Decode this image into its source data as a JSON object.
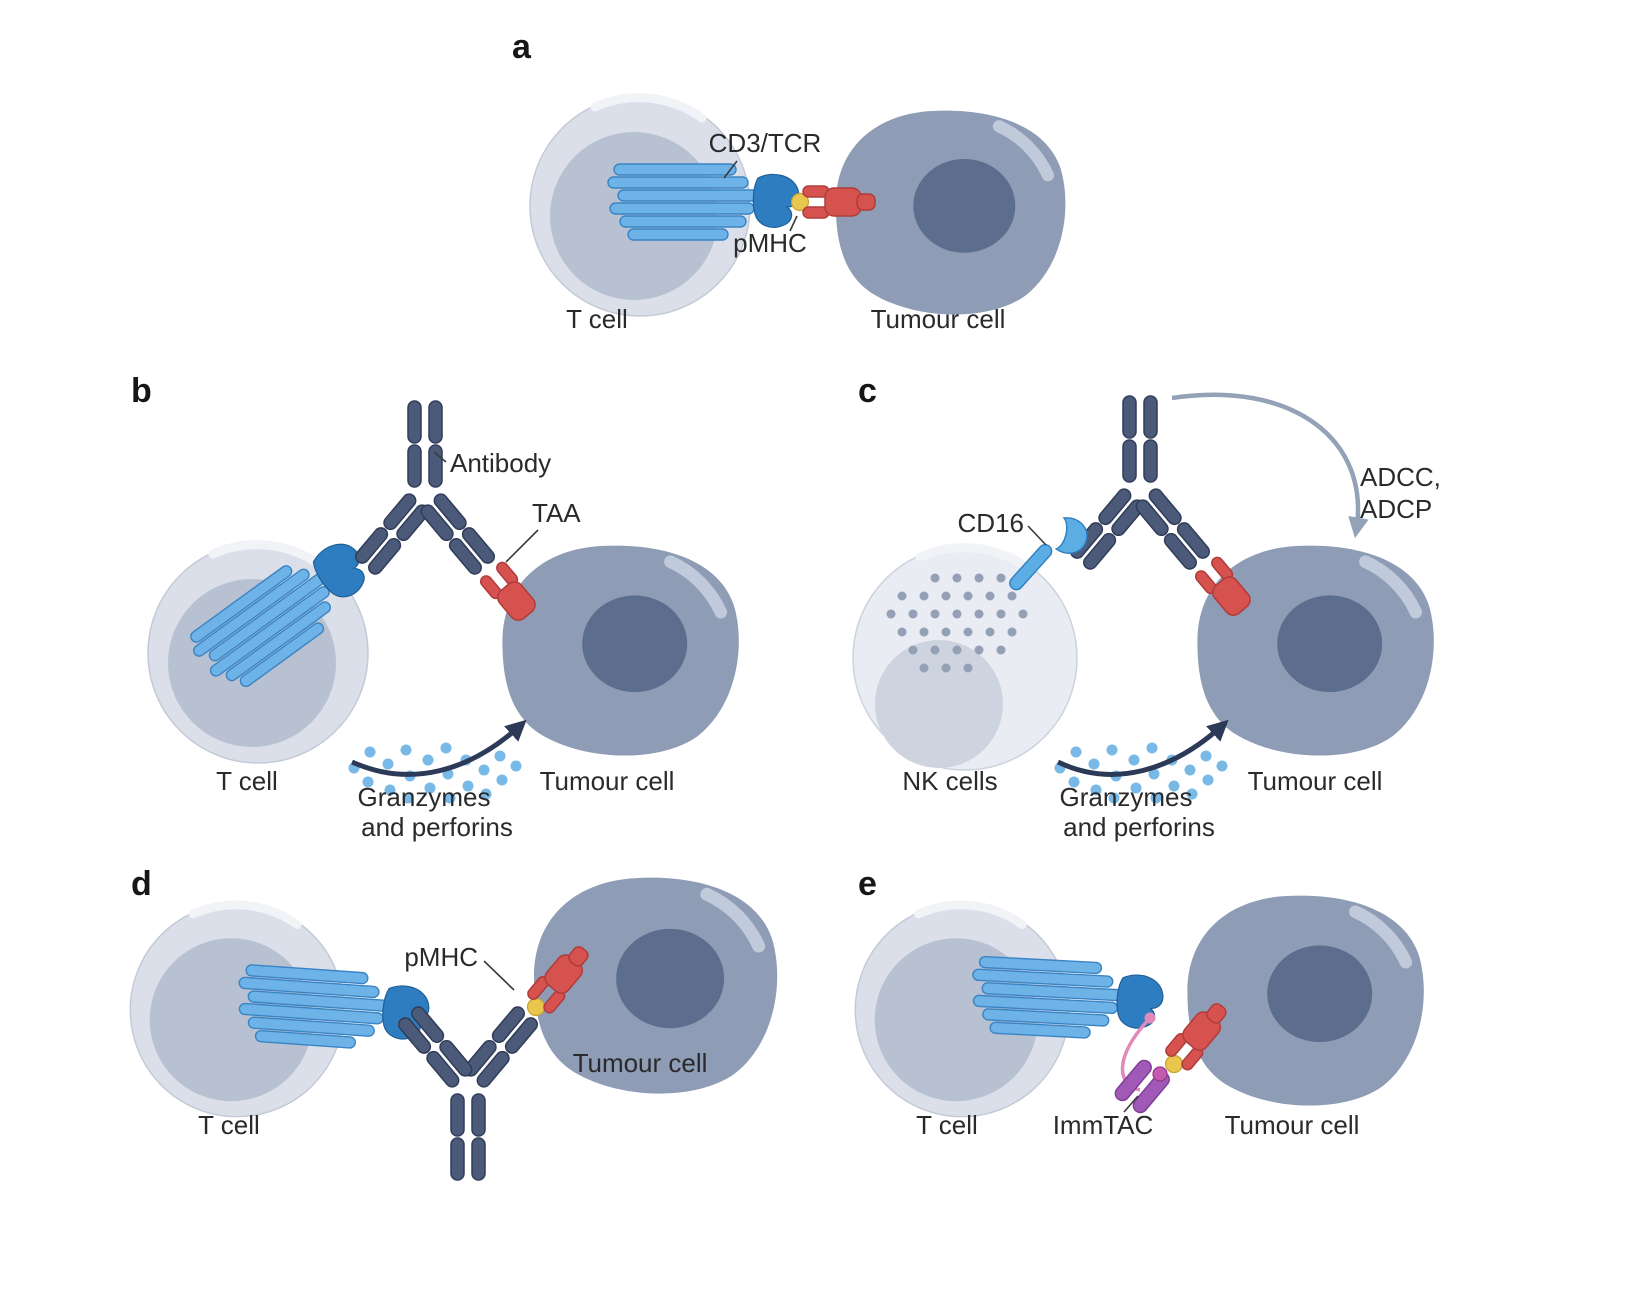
{
  "figure": {
    "panels": {
      "a": {
        "letter": "a",
        "cd3tcr_label": "CD3/TCR",
        "pmhc_label": "pMHC",
        "tcell_label": "T cell",
        "tumour_label": "Tumour cell"
      },
      "b": {
        "letter": "b",
        "antibody_label": "Antibody",
        "taa_label": "TAA",
        "tcell_label": "T cell",
        "granzymes_line1": "Granzymes",
        "granzymes_line2": "and perforins",
        "tumour_label": "Tumour cell"
      },
      "c": {
        "letter": "c",
        "adcc_line1": "ADCC,",
        "adcc_line2": "ADCP",
        "cd16_label": "CD16",
        "nk_label": "NK cells",
        "granzymes_line1": "Granzymes",
        "granzymes_line2": "and perforins",
        "tumour_label": "Tumour cell"
      },
      "d": {
        "letter": "d",
        "pmhc_label": "pMHC",
        "tcell_label": "T cell",
        "tumour_label": "Tumour cell"
      },
      "e": {
        "letter": "e",
        "immtac_label": "ImmTAC",
        "tcell_label": "T cell",
        "tumour_label": "Tumour cell"
      }
    },
    "colors": {
      "tcell_outer": "#dbdfe9",
      "tcell_inner": "#b8c1d1",
      "cell_highlight": "#f1f3f7",
      "tumour_body": "#8e9cb6",
      "tumour_nucleus": "#5d6d8e",
      "tumour_highlight": "#c6cfdf",
      "nk_body": "#e9ecf2",
      "nk_inner": "#cdd4e0",
      "nk_granule": "#93a0b6",
      "tcr_rod": "#6db3e7",
      "tcr_rod_stroke": "#3a84c4",
      "tcr_head": "#2e7dc1",
      "antibody_fill": "#4c5a7a",
      "antibody_stroke": "#303c59",
      "red": "#d6524e",
      "red_stroke": "#b03c3a",
      "yellow": "#e9c64d",
      "granzyme": "#79b9e8",
      "arrow_dark": "#2c3a57",
      "arrow_grey": "#93a2b6",
      "cd16": "#5cade3",
      "immtac_purple": "#a159b8",
      "immtac_purple_stroke": "#7b3d94",
      "linker_pink": "#df8ab8",
      "label": "#2a2a2a"
    }
  }
}
